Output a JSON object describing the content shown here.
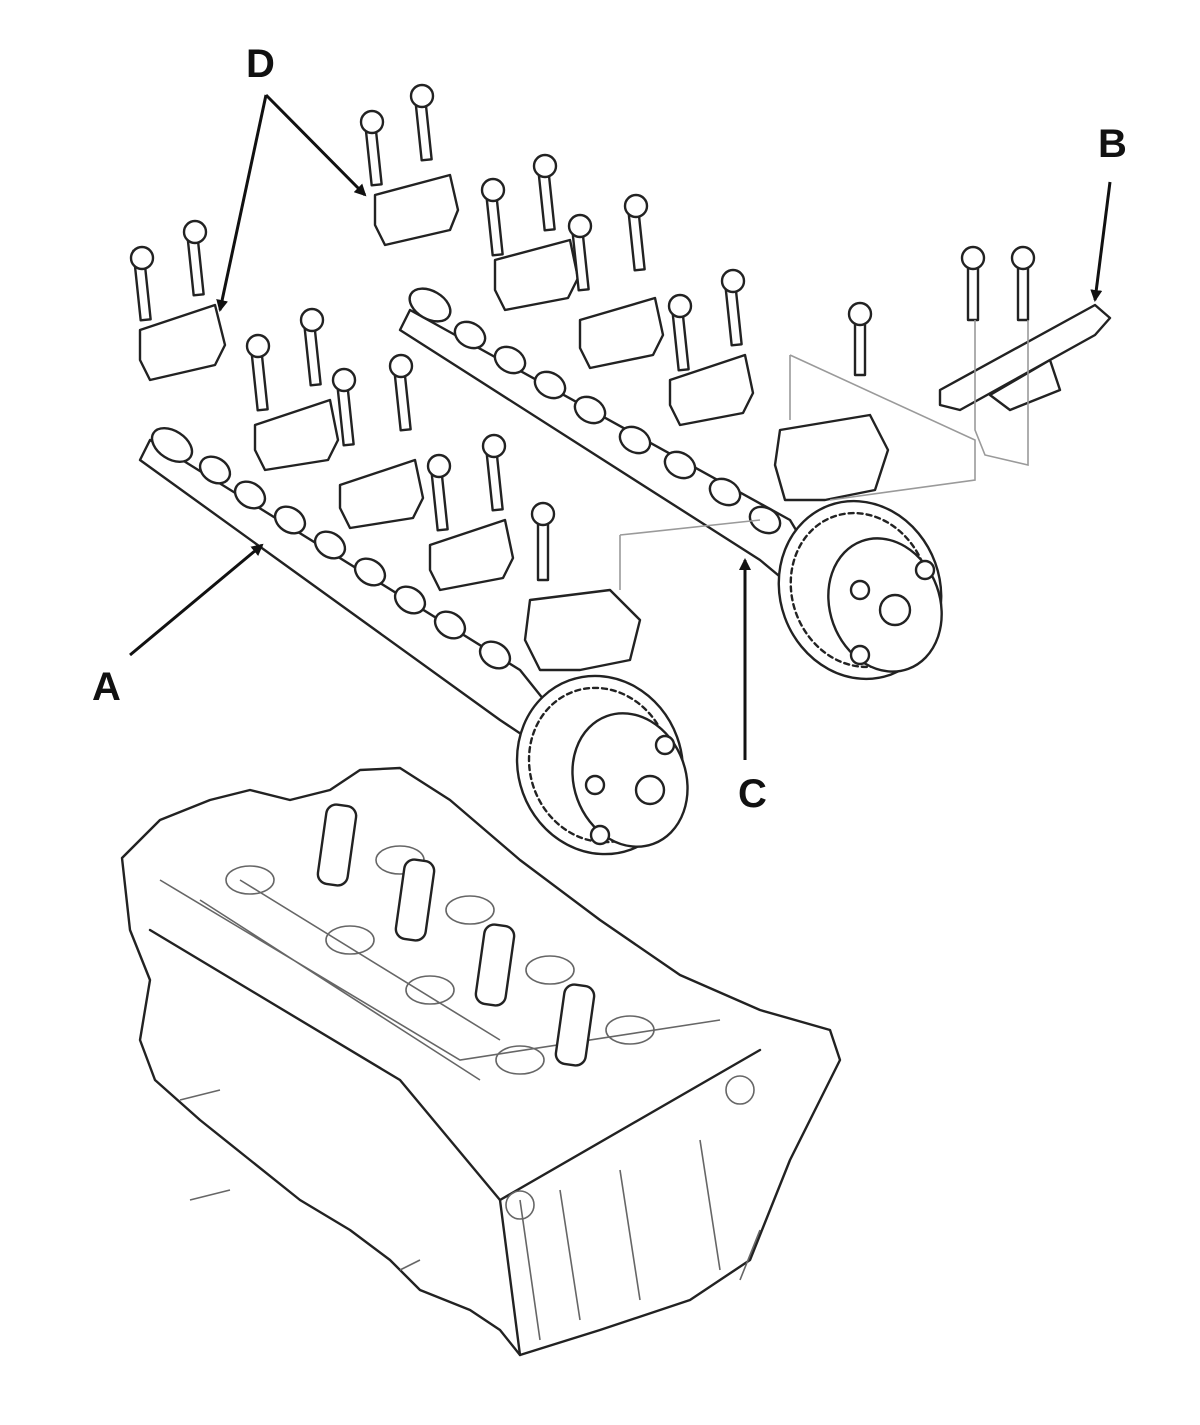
{
  "callouts": {
    "a": "A",
    "b": "B",
    "c": "C",
    "d": "D"
  },
  "colors": {
    "line": "#222222",
    "background": "#ffffff"
  }
}
